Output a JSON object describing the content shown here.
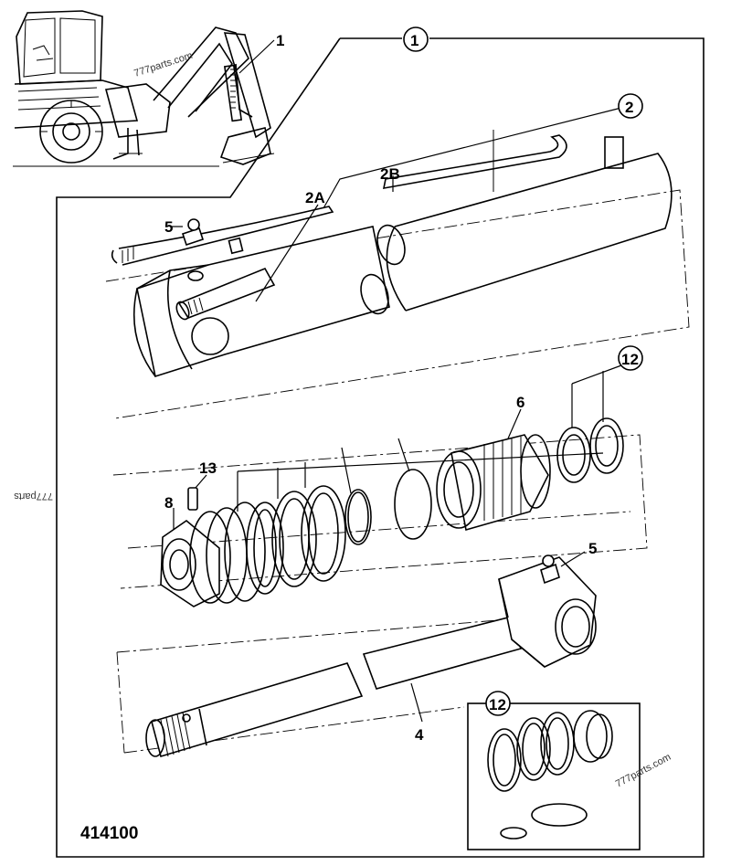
{
  "diagram": {
    "figure_number": "414100",
    "watermarks": [
      "777parts.com",
      "777parts",
      "777parts.com"
    ],
    "callouts": {
      "c1": "1",
      "c1b": "1",
      "c2": "2",
      "c2A": "2A",
      "c2B": "2B",
      "c4": "4",
      "c5a": "5",
      "c5b": "5",
      "c6": "6",
      "c8": "8",
      "c12a": "12",
      "c12b": "12",
      "c13": "13"
    }
  }
}
